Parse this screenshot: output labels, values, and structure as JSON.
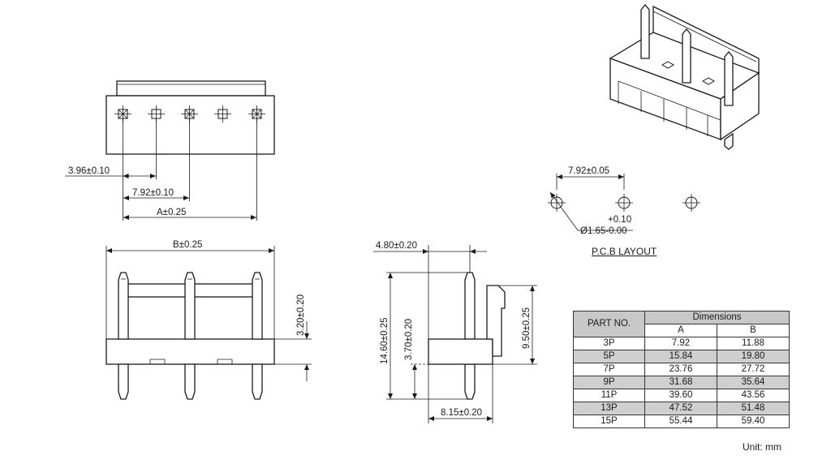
{
  "top_view": {
    "dim_pitch_half": "3.96±0.10",
    "dim_pitch": "7.92±0.10",
    "dim_a": "A±0.25"
  },
  "front_view": {
    "dim_b": "B±0.25",
    "dim_height": "3.20±0.20"
  },
  "side_view": {
    "dim_top": "4.80±0.20",
    "dim_total_height": "14.60±0.25",
    "dim_lower": "3.70±0.20",
    "dim_upper": "9.50±0.25",
    "dim_bottom": "8.15±0.20"
  },
  "pcb_layout": {
    "dim_pitch": "7.92±0.05",
    "dim_hole_tol": "+0.10",
    "dim_hole": "Ø1.65-0.00",
    "title": "P.C.B LAYOUT"
  },
  "table": {
    "header_part": "PART NO.",
    "header_dimensions": "Dimensions",
    "header_a": "A",
    "header_b": "B",
    "rows": [
      {
        "part": "3P",
        "a": "7.92",
        "b": "11.88"
      },
      {
        "part": "5P",
        "a": "15.84",
        "b": "19.80"
      },
      {
        "part": "7P",
        "a": "23.76",
        "b": "27.72"
      },
      {
        "part": "9P",
        "a": "31.68",
        "b": "35.64"
      },
      {
        "part": "11P",
        "a": "39.60",
        "b": "43.56"
      },
      {
        "part": "13P",
        "a": "47.52",
        "b": "51.48"
      },
      {
        "part": "15P",
        "a": "55.44",
        "b": "59.40"
      }
    ],
    "unit": "Unit: mm"
  }
}
